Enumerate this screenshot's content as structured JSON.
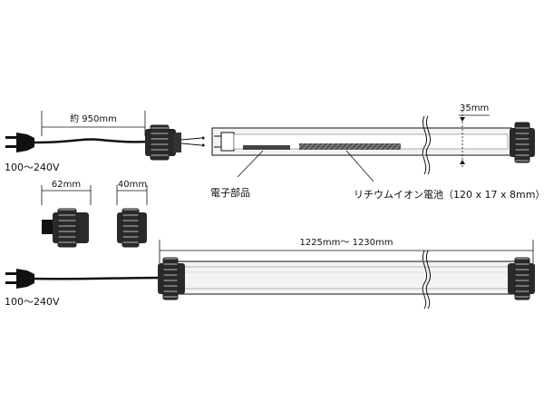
{
  "labels": {
    "cord_length": "約 950mm",
    "voltage_top": "100〜240V",
    "voltage_bottom": "100〜240V",
    "cap_62": "62mm",
    "cap_40": "40mm",
    "diameter": "35mm",
    "electronics": "電子部品",
    "battery": "リチウムイオン電池（120 x 17 x 8mm）",
    "tube_length": "1225mm〜 1230mm"
  },
  "colors": {
    "line": "#111111",
    "cap_dark": "#2a2a2a",
    "tube_fill": "#f3f3f3",
    "battery_fill": "#444444"
  }
}
